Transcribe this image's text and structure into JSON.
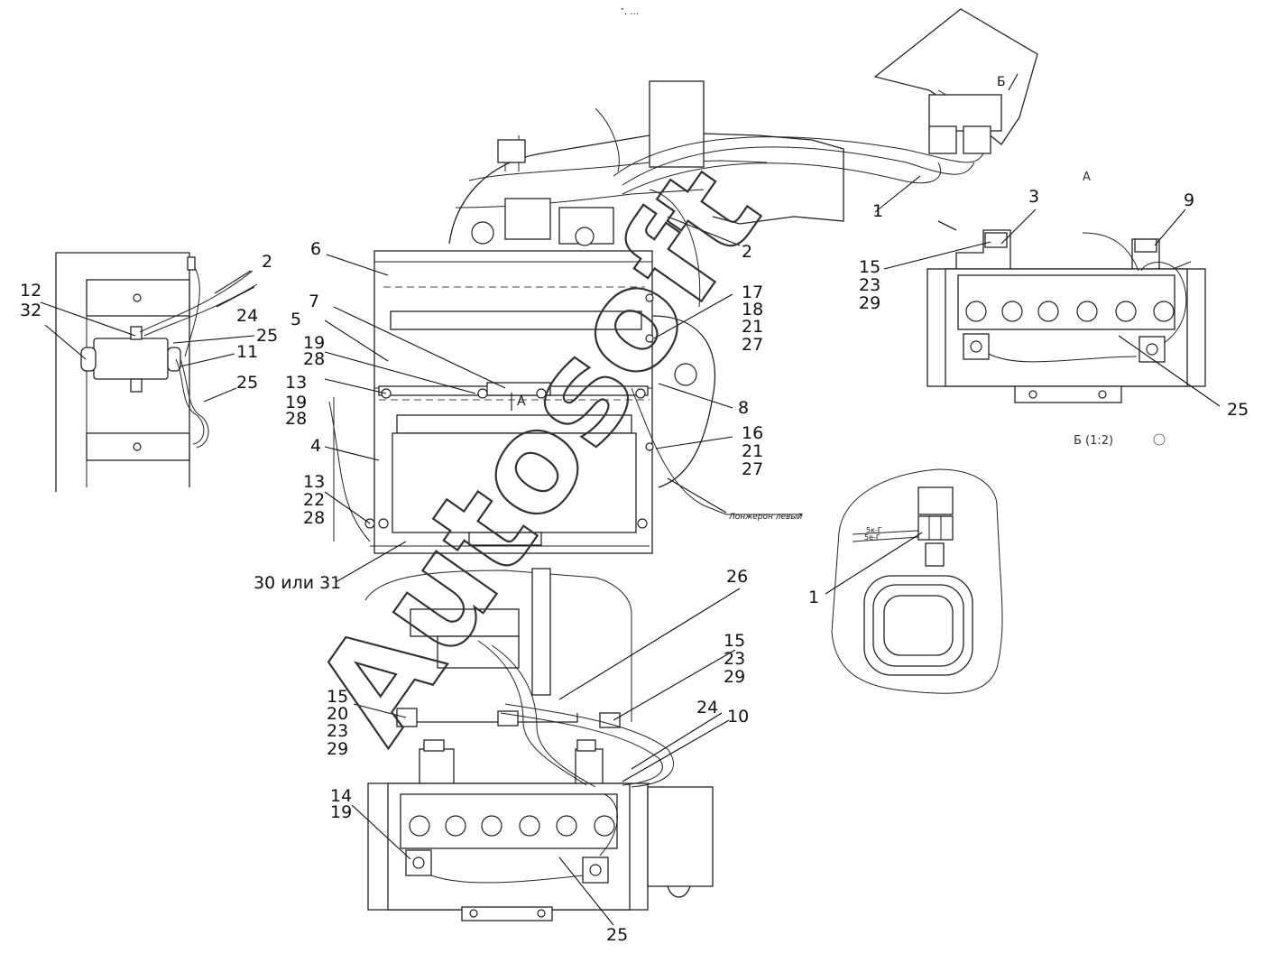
{
  "top_mark": "″․ …",
  "watermark": "Autosoft",
  "views": {
    "A": "A",
    "B": "Б (1:2)",
    "B_arrow": "Б",
    "A_arrow": "A"
  },
  "callouts": {
    "c1_main": "1",
    "c2_main": "2",
    "c6": "6",
    "c7": "7",
    "c5": "5",
    "c19_28": [
      "19",
      "28"
    ],
    "c13_19_28": [
      "13",
      "19",
      "28"
    ],
    "c4": "4",
    "c13_22_28": [
      "13",
      "22",
      "28"
    ],
    "c30_31": "30 или 31",
    "c17_18_21_27": [
      "17",
      "18",
      "21",
      "27"
    ],
    "c8": "8",
    "c16_21_27": [
      "16",
      "21",
      "27"
    ],
    "left_2": "2",
    "left_24": "24",
    "left_25a": "25",
    "left_12_32": [
      "12",
      "32"
    ],
    "left_11": "11",
    "left_25b": "25",
    "a_3": "3",
    "a_9": "9",
    "a_15_23_29": [
      "15",
      "23",
      "29"
    ],
    "a_25": "25",
    "b_1": "1",
    "bot_26": "26",
    "bot_15_23_29": [
      "15",
      "23",
      "29"
    ],
    "bot_15_20_23_29": [
      "15",
      "20",
      "23",
      "29"
    ],
    "bot_24": "24",
    "bot_10": "10",
    "bot_14_19": [
      "14",
      "19"
    ],
    "bot_25": "25"
  },
  "annotations": {
    "spar": "Лонжерон левый",
    "wire1": "5к-Г",
    "wire2": "5е-Г"
  }
}
